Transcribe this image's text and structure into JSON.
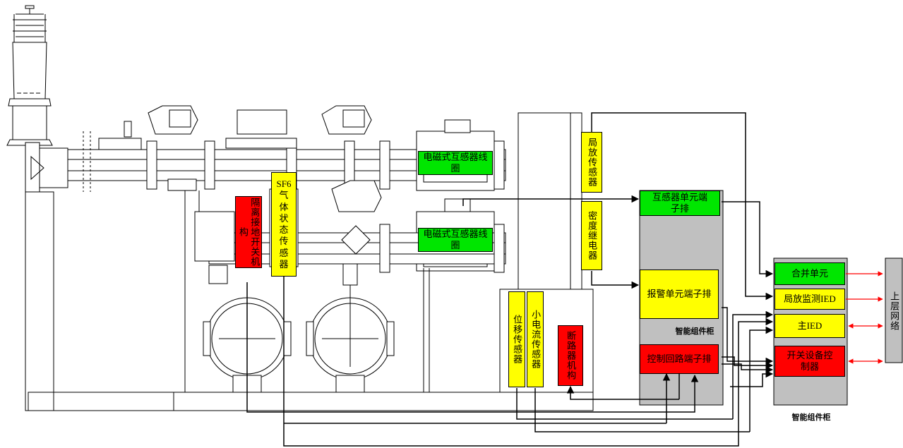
{
  "colors": {
    "green": "#00e600",
    "yellow": "#ffff00",
    "red": "#ff0000",
    "panel": "#c0c0c0",
    "line": "#000000",
    "arrow_red": "#ff0000"
  },
  "labels": {
    "ct_coil_top": "电磁式互感器线圈",
    "ct_coil_bottom": "电磁式互感器线圈",
    "pd_sensor": "局放传感器",
    "density_relay": "密度继电器",
    "sf6_sensor": "SF6气体状态传感器",
    "disconnect_mech": "隔离接地开关机构",
    "position_sensor": "位移传感器",
    "current_sensor": "小电流传感器",
    "breaker_mech": "断路器机构",
    "transformer_terminal": "互感器单元端子排",
    "alarm_terminal": "报警单元端子排",
    "control_terminal": "控制回路端子排",
    "cabinet_inner_title": "智能组件柜",
    "merging_unit": "合并单元",
    "pd_monitor_ied": "局放监测IED",
    "main_ied": "主IED",
    "switch_controller": "开关设备控制器",
    "cabinet_outer_title": "智能组件柜",
    "upper_network": "上层网络"
  }
}
